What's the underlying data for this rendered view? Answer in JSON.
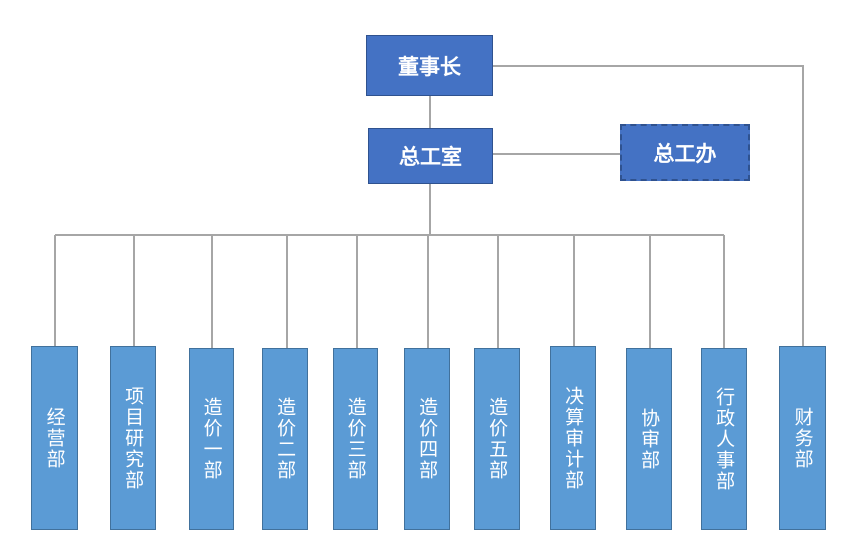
{
  "colors": {
    "top_box": "#4472c4",
    "dept_box": "#5b9bd5",
    "connector": "#a6a6a6",
    "text": "#ffffff"
  },
  "nodes": {
    "chairman": "董事长",
    "chief_engineer_office": "总工室",
    "chief_engineer_desk": "总工办"
  },
  "departments": [
    "经营部",
    "项目研究部",
    "造价一部",
    "造价二部",
    "造价三部",
    "造价四部",
    "造价五部",
    "决算审计部",
    "协审部",
    "行政人事部",
    "财务部"
  ]
}
